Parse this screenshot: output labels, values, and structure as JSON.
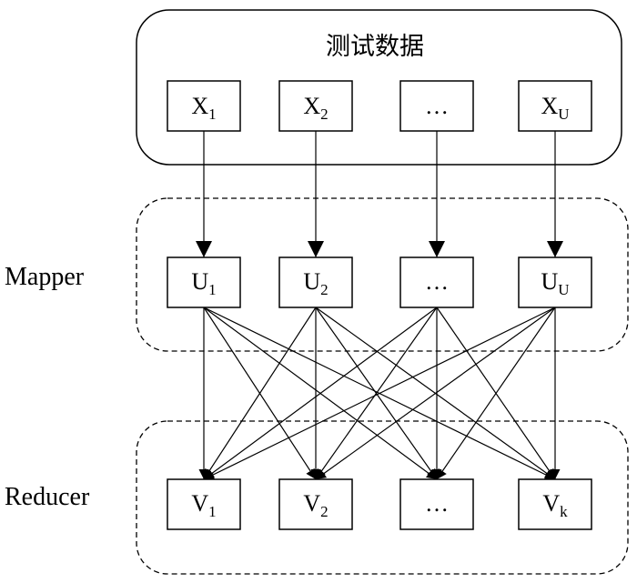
{
  "title": "测试数据",
  "labels": {
    "mapper": "Mapper",
    "reducer": "Reducer"
  },
  "inputs": [
    {
      "base": "X",
      "sub": "1"
    },
    {
      "base": "X",
      "sub": "2"
    },
    {
      "base": "…",
      "sub": ""
    },
    {
      "base": "X",
      "sub": "U"
    }
  ],
  "mappers": [
    {
      "base": "U",
      "sub": "1"
    },
    {
      "base": "U",
      "sub": "2"
    },
    {
      "base": "…",
      "sub": ""
    },
    {
      "base": "U",
      "sub": "U"
    }
  ],
  "reducers": [
    {
      "base": "V",
      "sub": "1"
    },
    {
      "base": "V",
      "sub": "2"
    },
    {
      "base": "…",
      "sub": ""
    },
    {
      "base": "V",
      "sub": "k"
    }
  ]
}
